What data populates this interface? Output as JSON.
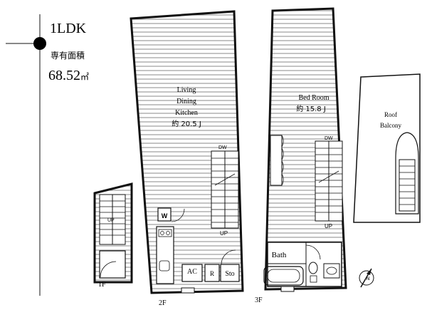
{
  "header": {
    "layout_type": "1LDK",
    "area_label": "専有面積",
    "area_value": "68.52",
    "area_unit": "㎡"
  },
  "floors": {
    "f1": {
      "label": "1F",
      "up": "UP"
    },
    "f2": {
      "label": "2F",
      "living_lines": [
        "Living",
        "Dining",
        "Kitchen",
        "約 20.5 J"
      ],
      "dw": "DW",
      "up": "UP",
      "w": "W",
      "ac": "AC",
      "r": "R",
      "sto": "Sto"
    },
    "f3": {
      "label": "3F",
      "bed_lines": [
        "Bed Room",
        "約 15.8 J"
      ],
      "dw": "DW",
      "up": "UP",
      "bath": "Bath"
    },
    "roof": {
      "lines": [
        "Roof",
        "Balcony"
      ]
    }
  },
  "compass": {
    "label": "N"
  }
}
